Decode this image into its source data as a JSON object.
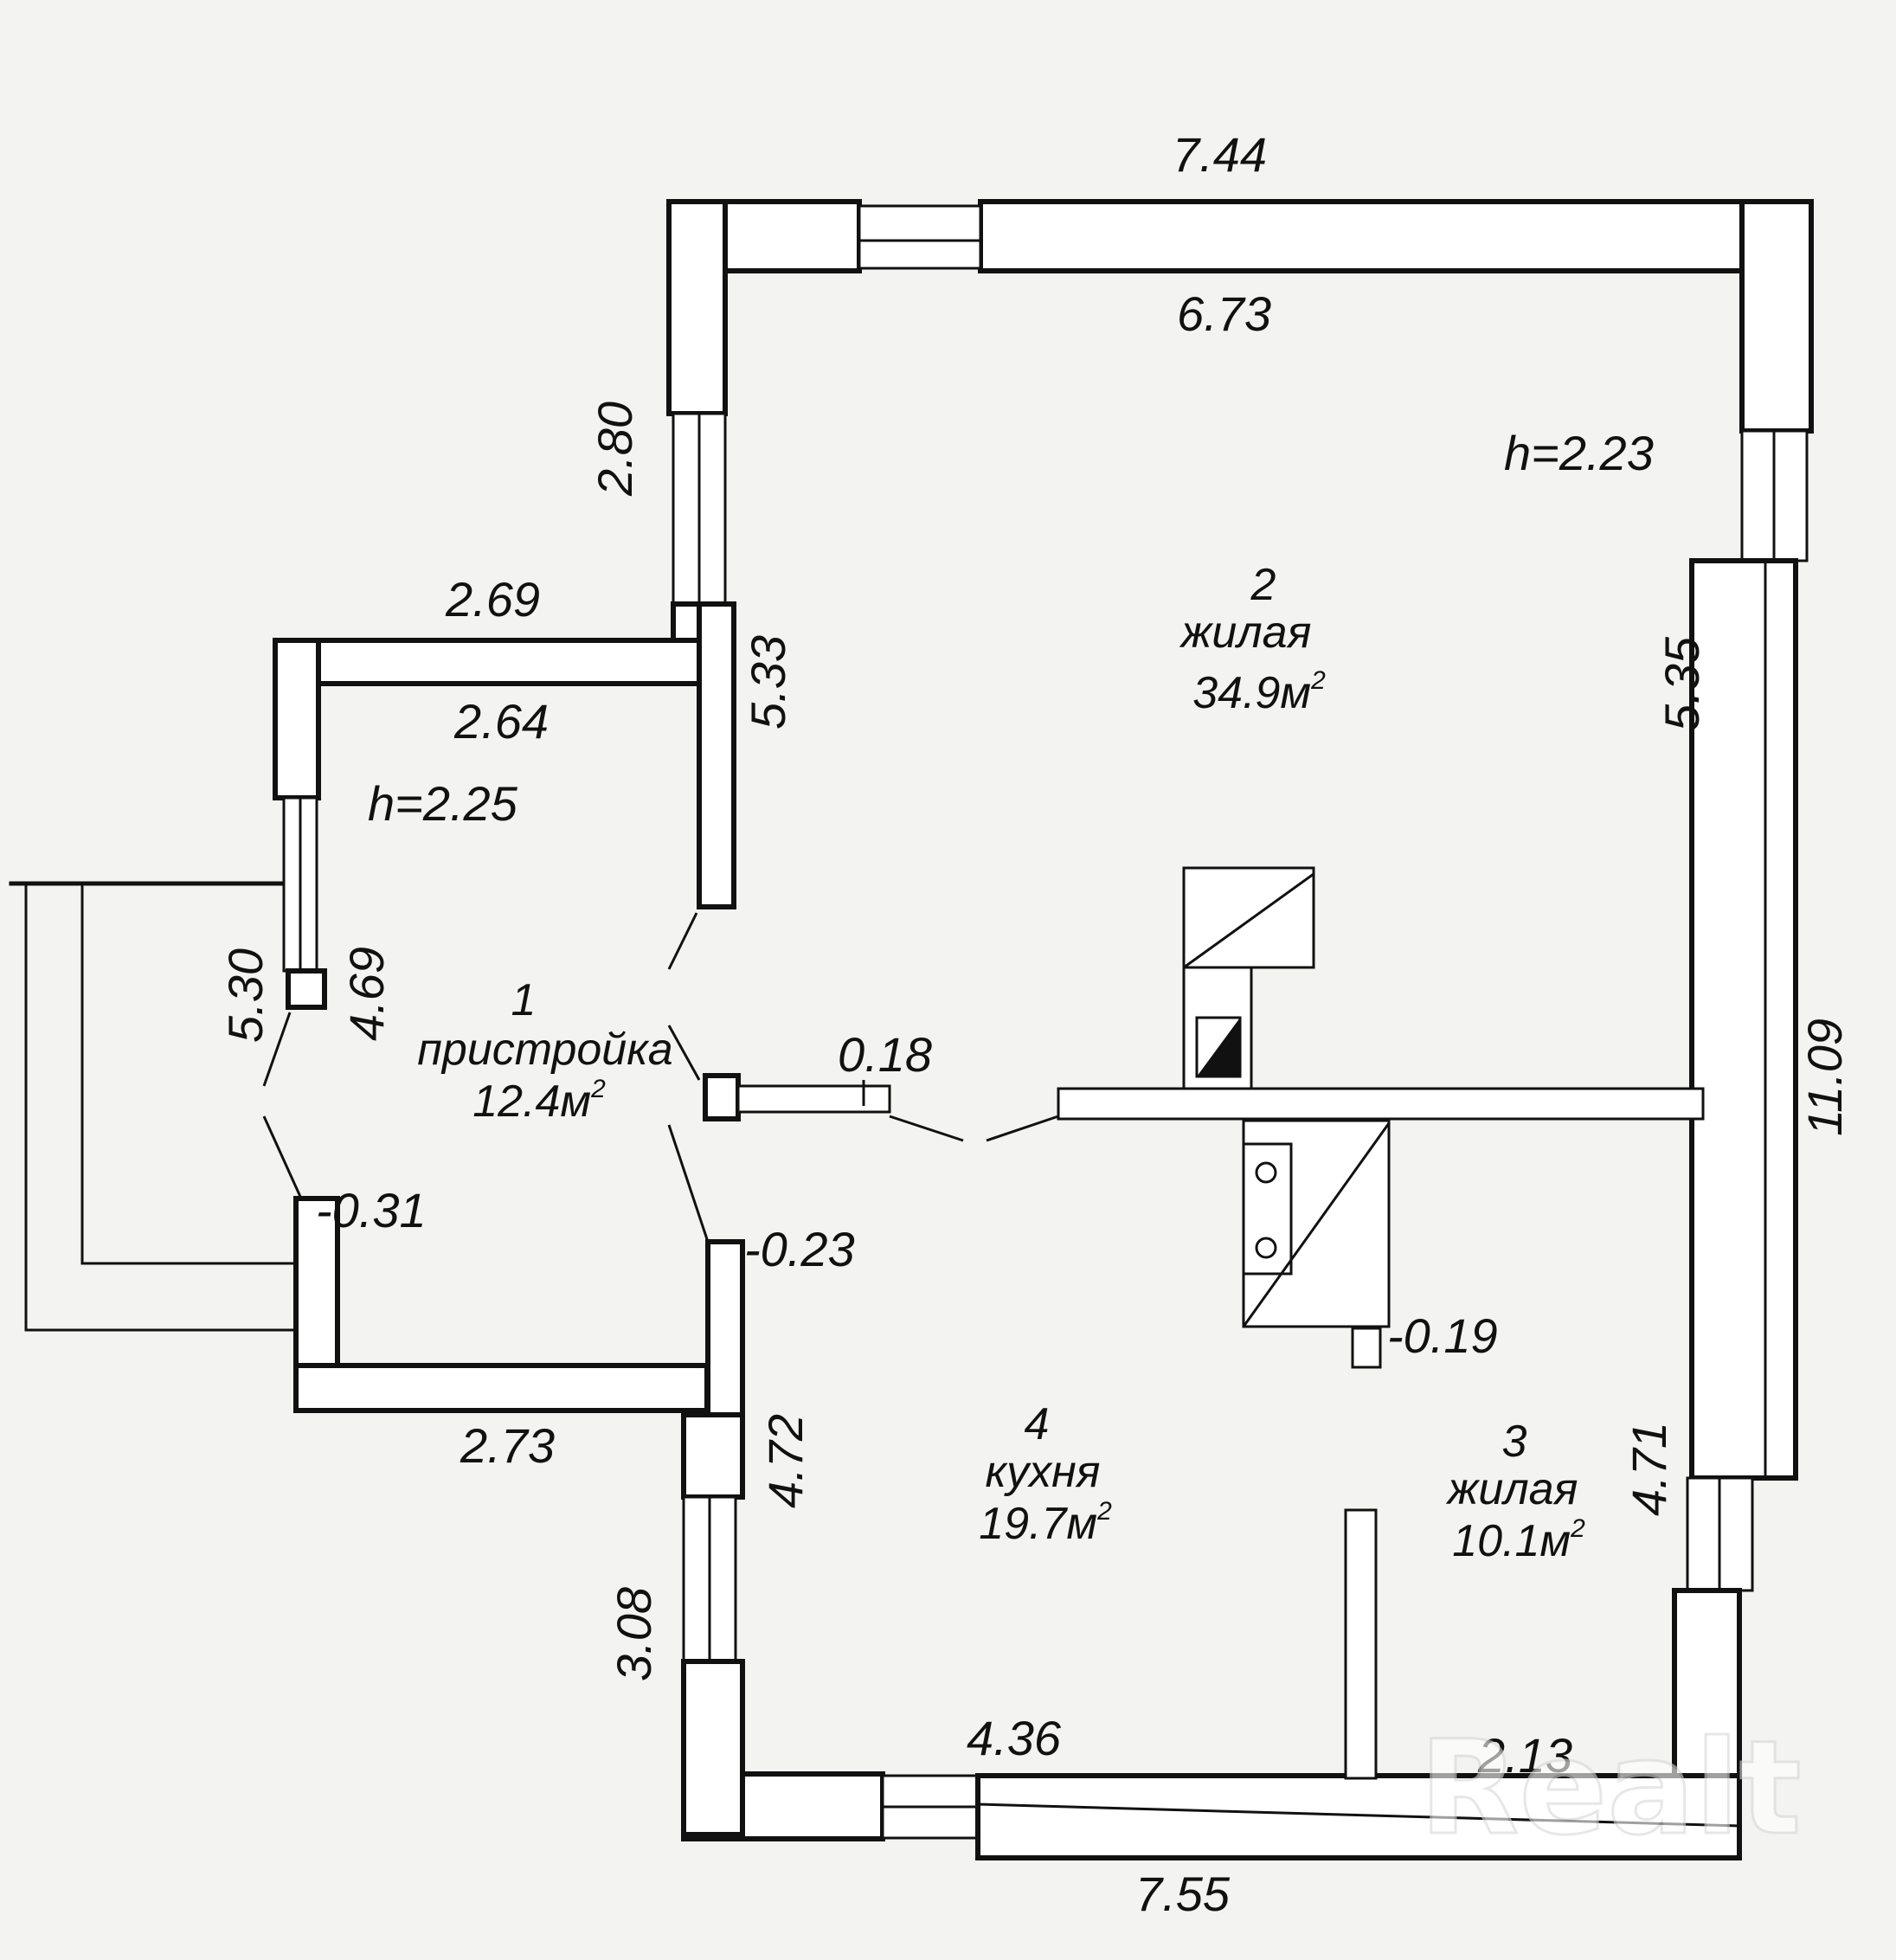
{
  "dimensions": {
    "top_outer": "7.44",
    "top_inner": "6.73",
    "height_main": "h=2.23",
    "left_upper": "2.80",
    "left_mid": "5.33",
    "right_upper": "5.35",
    "right_total": "11.09",
    "right_lower": "4.71",
    "annex_top_outer": "2.69",
    "annex_top_inner": "2.64",
    "height_annex": "h=2.25",
    "annex_left_outer": "5.30",
    "annex_left_inner": "4.69",
    "partition_018": "0.18",
    "wall_031": "0.31",
    "wall_023": "0.23",
    "wall_019": "0.19",
    "annex_bottom": "2.73",
    "left_lower": "4.72",
    "left_bottom": "3.08",
    "bottom_inner": "4.36",
    "bottom_right_inner": "2.13",
    "bottom_outer": "7.55"
  },
  "rooms": [
    {
      "number": "1",
      "name": "пристройка",
      "area": "12.4м",
      "unit_sup": "2"
    },
    {
      "number": "2",
      "name": "жилая",
      "area": "34.9м",
      "unit_sup": "2"
    },
    {
      "number": "3",
      "name": "жилая",
      "area": "10.1м",
      "unit_sup": "2"
    },
    {
      "number": "4",
      "name": "кухня",
      "area": "19.7м",
      "unit_sup": "2"
    }
  ],
  "watermark": "Realt"
}
